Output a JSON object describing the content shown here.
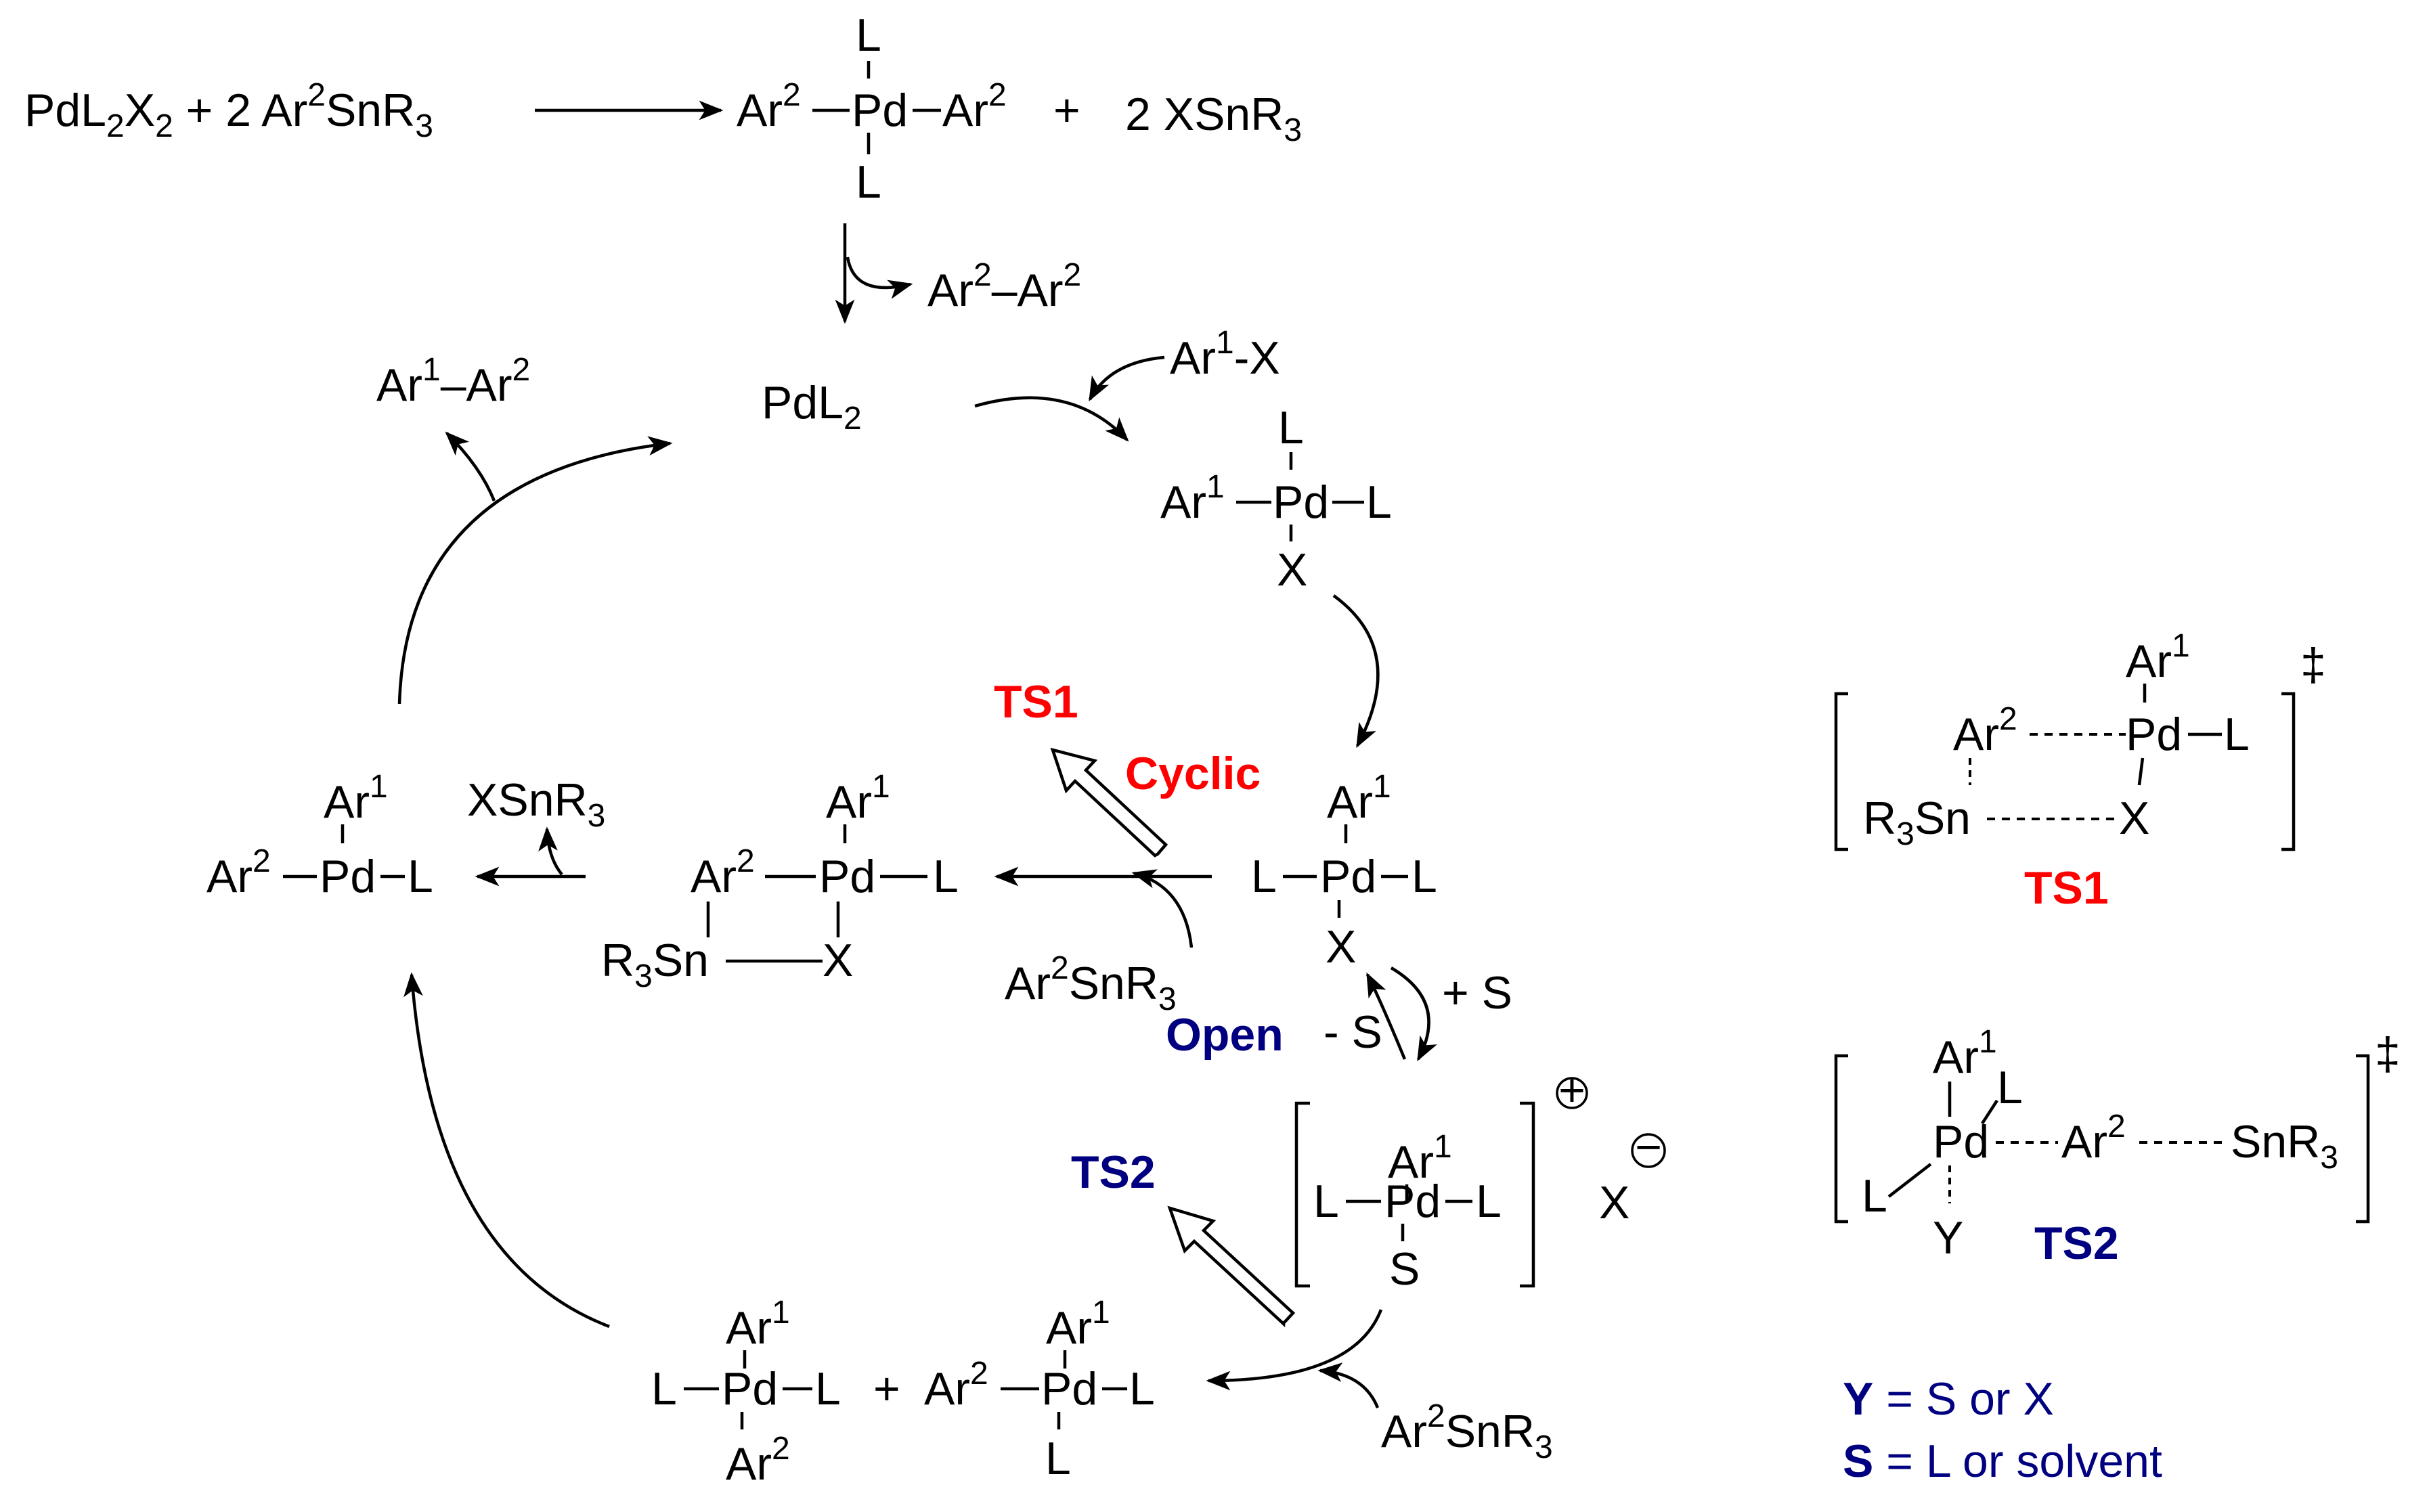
{
  "scheme": {
    "top_left": {
      "a": "PdL",
      "a_sub": "2",
      "b": "X",
      "b_sub": "2",
      "c": " + 2 Ar",
      "c_sup": "2",
      "d": "SnR",
      "d_sub": "3"
    },
    "top_right_plus": "+",
    "top_right": {
      "a": "2 XSnR",
      "a_sub": "3"
    },
    "homocoupling": {
      "a": "Ar",
      "a_sup": "2",
      "bond": "–",
      "b": "Ar",
      "b_sup": "2"
    },
    "pdl2": {
      "a": "PdL",
      "a_sub": "2"
    },
    "product": {
      "a": "Ar",
      "a_sup": "1",
      "bond": "–",
      "b": "Ar",
      "b_sup": "2"
    },
    "ar1x": {
      "a": "Ar",
      "a_sup": "1",
      "b": "-X"
    },
    "xsnr3": {
      "a": "XSnR",
      "a_sub": "3"
    },
    "ar2snr3_mid": {
      "a": "Ar",
      "a_sup": "2",
      "b": "SnR",
      "b_sub": "3"
    },
    "ar2snr3_bottom": {
      "a": "Ar",
      "a_sup": "2",
      "b": "SnR",
      "b_sub": "3"
    },
    "plus_s": "+ S",
    "minus_s": "- S",
    "open_label": "Open",
    "cyclic_label": "Cyclic",
    "ts1_label": "TS1",
    "ts2_label": "TS2",
    "ts1_caption": "TS1",
    "ts2_caption": "TS2",
    "dagger": "‡",
    "charge_plus": "+",
    "charge_minus": "−",
    "counterion": "X",
    "bottom_plus": "+",
    "atoms": {
      "L": "L",
      "X": "X",
      "S": "S",
      "Y": "Y",
      "Pd": "Pd",
      "Ar": "Ar",
      "sup1": "1",
      "sup2": "2",
      "R3Sn_a": "R",
      "R3Sn_sub": "3",
      "R3Sn_b": "Sn",
      "SnR3_a": "SnR",
      "SnR3_sub": "3"
    },
    "legend": {
      "y_key": "Y",
      "y_text": " = S or X",
      "s_key": "S",
      "s_text": " = L or solvent"
    }
  },
  "colors": {
    "red": "#ff0000",
    "navy": "#000080",
    "black": "#000000"
  }
}
